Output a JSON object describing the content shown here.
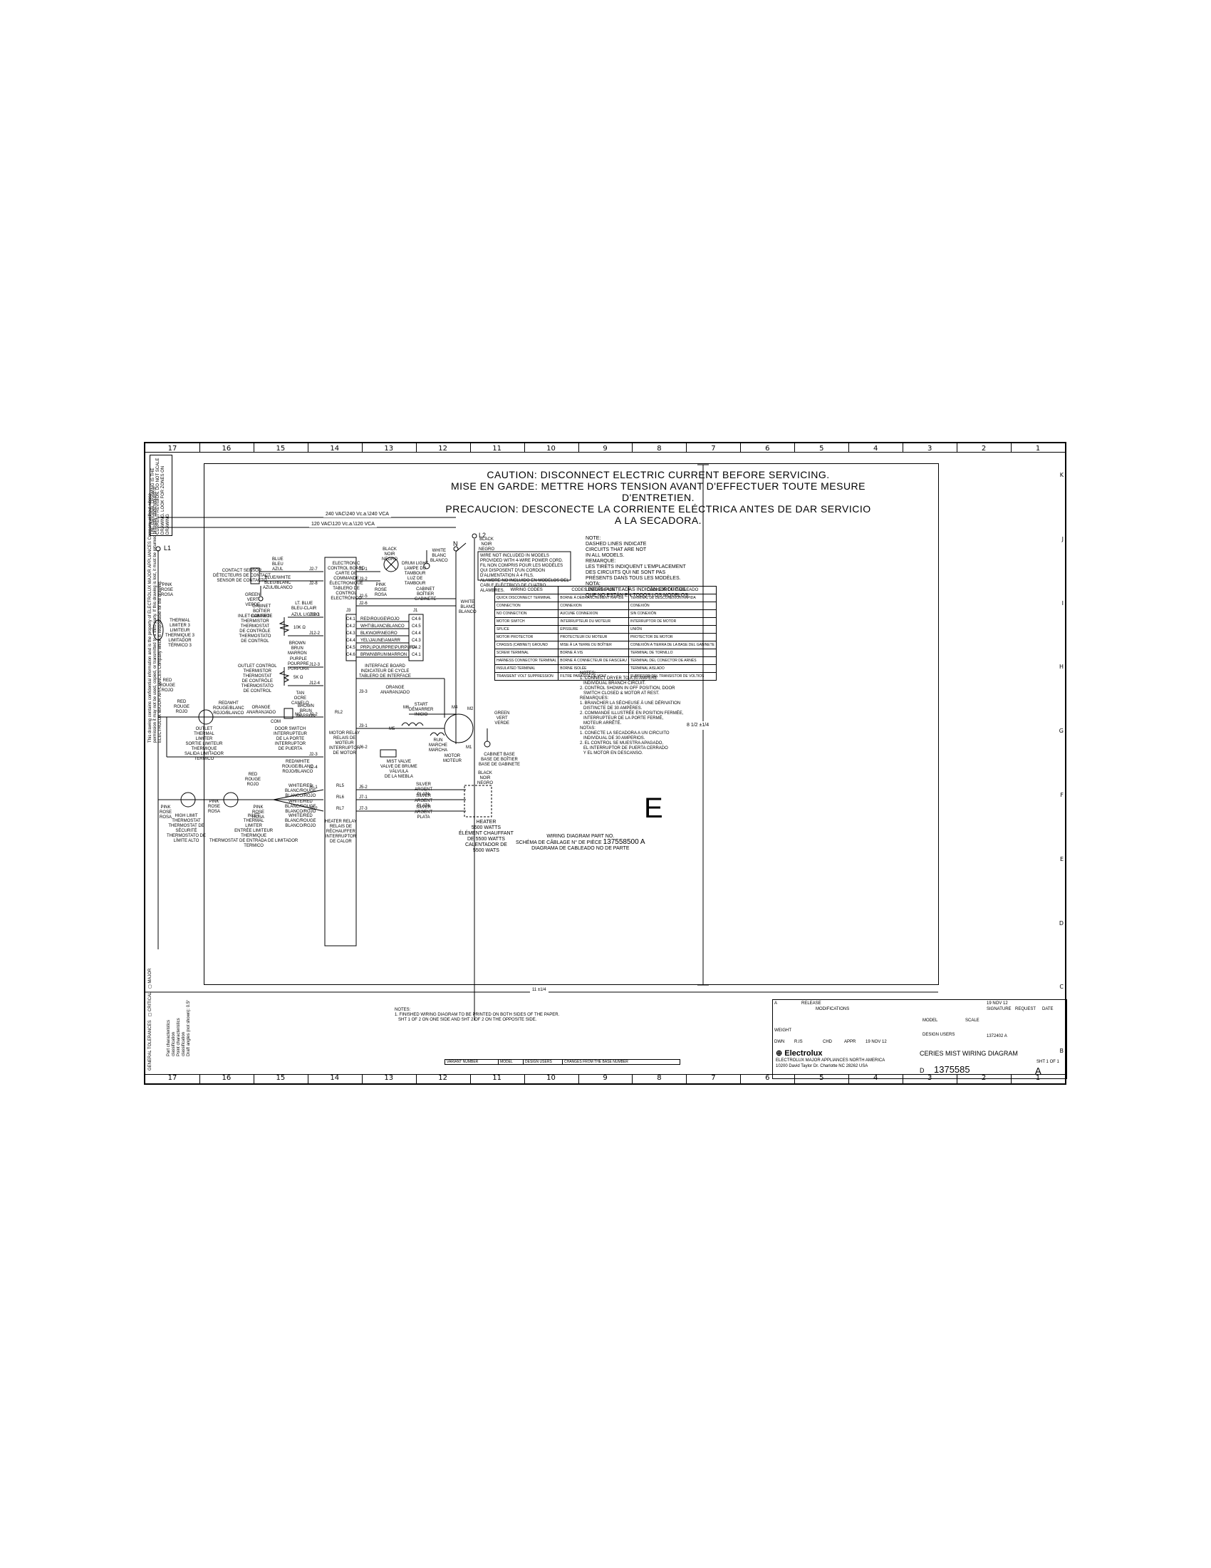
{
  "zones_top": [
    "17",
    "16",
    "15",
    "14",
    "13",
    "12",
    "11",
    "10",
    "9",
    "8",
    "7",
    "6",
    "5",
    "4",
    "3",
    "2",
    "1"
  ],
  "zones_side": [
    "K",
    "J",
    "I",
    "H",
    "G",
    "F",
    "E",
    "D",
    "C",
    "B"
  ],
  "caution": {
    "en": "CAUTION: DISCONNECT ELECTRIC CURRENT BEFORE SERVICING.",
    "fr": "MISE EN GARDE: METTRE HORS TENSION AVANT D'EFFECTUER TOUTE MESURE D'ENTRETIEN.",
    "es": "PRECAUCION: DESCONECTE LA CORRIENTE ELÉCTRICA ANTES DE DAR SERVICIO A LA SECADORA."
  },
  "voltage": {
    "v240": "240 VAC\\240 Vc.a.\\240 VCA",
    "v120": "120 VAC\\120 Vc.a.\\120 VCA"
  },
  "nodes": {
    "l1": "L1",
    "l2": "L2",
    "n": "N"
  },
  "components": {
    "contact_sensor": "CONTACT SENSOR\nDÉTECTEURS DE CONTACT\nSENSOR DE CONTACTO",
    "blue": "BLUE\nBLEU\nAZUL",
    "bluewhite": "BLUE/WHITE\nBLEU/BLANC\nAZUL/BLANCO",
    "green": "GREEN\nVERT\nVERDE",
    "cabinet": "CABINET\nBOÎTIER\nGABINETE",
    "ltblue": "LT. BLUE\nBLEU-CLAIR",
    "azul": "AZUL LIGERO",
    "inlet_control": "INLET CONTROL\nTHERMISTOR\nTHERMOSTAT\nDE CONTRÔLE\nTHERMOSTATO\nDE CONTROL",
    "res10k": "10K Ω",
    "brown": "BROWN\nBRUN\nMARRON",
    "purple": "PURPLE\nPOURPRE\nPURPURA",
    "outlet_control": "OUTLET CONTROL\nTHERMISTOR\nTHERMOSTAT\nDE CONTRÔLE\nTHERMOSTATO\nDE CONTROL",
    "res5k": "5K Ω",
    "tan": "TAN\nOCRE\nCANELO",
    "thermal_limiter": "THERMAL\nLIMITER 3\nLIMITEUR\nTHERMIQUE 3\nLIMITADOR\nTÉRMICO 3",
    "pink": "PINK\nROSE\nROSA",
    "red": "RED\nROUGE\nROJO",
    "redwht": "RED/WHT\nROUGE/BLANC\nROJO/BLANCO",
    "orange": "ORANGE\nANARANJADO",
    "brownmarron": "BROWN\nBRUN\nMARRON",
    "com": "COM",
    "no": "NO",
    "outlet_thermal": "OUTLET\nTHERMAL\nLIMITER\nSORTIE LIMITEUR\nTHERMIQUE\nSALIDA LIMITADOR\nTERMICO",
    "door_switch": "DOOR SWITCH\nINTERRUPTEUR\nDE LA PORTE\nINTERRUPTOR\nDE PUERTA",
    "motor_relay": "MOTOR RELAY\nRELAIS DE\nMOTEUR\nINTERRUPTOR\nDE MOTOR",
    "rl2": "RL2",
    "redwhite2": "RED/WHITE\nROUGE/BLANC\nROJO/BLANCO",
    "high_limit": "HIGH LIMIT\nTHERMOSTAT\nTHERMOSTAT DE\nSÉCURITÉ\nTHERMOSTATO DE\nLÍMITE ALTO",
    "inlet_thermal": "INLET\nTHERMAL\nLIMITER\nENTRÉE LIMITEUR\nTHERMIQUE\nTHERMOSTAT DE ENTRADA DE LIMITADOR\nTERMICO",
    "whitered": "WHITE/RED\nBLANC/ROUGE\nBLANCO/ROJO",
    "rl5": "RL5",
    "rl6": "RL6",
    "rl7": "RL7",
    "heater_relay": "HEATER RELAY\nRELAIS DE\nRÉCHAUFFER\nINTERRUPTOR\nDE CALOR",
    "silver": "SILVER\nARGENT\nPLATA",
    "heater": "HEATER\n5500 WATTS\nÉLÉMENT CHAUFFANT\nDE 5500 WATTS\nCALENTADOR DE\n5500 WATS",
    "ecb": "ELECTRONIC\nCONTROL BOARD\nCARTE DE\nCOMMANDE\nÉLECTRONIQUE\nTABLERO DE\nCONTROL\nELECTRÓNICO",
    "drum_light": "DRUM LIGHT\nLAMPE DU\nTAMBOUR\nLUZ DE\nTAMBOUR",
    "black": "BLACK\nNOIR\nNEGRO",
    "pink2": "PINK\nROSE\nROSA",
    "white": "WHITE\nBLANC\nBLANCO",
    "whitemotor": "WHITE\nBLANC\nBLANCO",
    "interface": "INTERFACE BOARD\nINDICATEUR DE CYCLE\nTABLERO DE INTERFACE",
    "orange2": "ORANGE\nANARANJADO",
    "start": "START\nDÉMARRER\nINICIO",
    "run": "RUN\nMARCHE\nMARCHA",
    "motor": "MOTOR\nMOTEUR",
    "mist_valve": "MIST VALVE\nVALVE DE BRUME\nVÁLVULA\nDE LA NIEBLA",
    "cabinet_base": "CABINET BASE\nBASE DE BOÎTIER\nBASE DE GABINETE",
    "green2": "GREEN\nVERT\nVERDE",
    "black2": "BLACK\nNOIR\nNEGRO",
    "m1": "M1",
    "m2": "M2",
    "m4": "M4",
    "m5": "M5",
    "m6": "M6",
    "cabinet2": "CABINET\nBOÎTIER\nGABINETE"
  },
  "connectors": {
    "j2_7": "J2-7",
    "j2_8": "J2-8",
    "j12_1": "J12-1",
    "j12_2": "J12-2",
    "j12_3": "J12-3",
    "j12_4": "J12-4",
    "j1_1": "J1-1",
    "j3_2": "J3-2",
    "j2_5": "J2-5",
    "j2_6": "J2-6",
    "j3_3": "J3-3",
    "j3_1": "J3-1",
    "j2_3": "J2-3",
    "j2_4": "J2-4",
    "j2_2": "J2-2",
    "j5_1": "J5-1",
    "j5_2": "J5-2",
    "j7_1": "J7-1",
    "j7_2": "J7-2",
    "j7_3": "J7-3",
    "j6_2": "J6-2",
    "j3": "J3",
    "j1": "J1"
  },
  "interface_rows": [
    {
      "left": "C4.1",
      "wire": "RED\\ROUGE\\ROJO",
      "right": "C4.6"
    },
    {
      "left": "C4.2",
      "wire": "WHT\\BLANC\\BLANCO",
      "right": "C4.5"
    },
    {
      "left": "C4.3",
      "wire": "BLK\\NOIR\\NEGRO",
      "right": "C4.4"
    },
    {
      "left": "C4.4",
      "wire": "YEL\\JAUNE\\AMARR",
      "right": "C4.3"
    },
    {
      "left": "C4.5",
      "wire": "PRPL\\POURPRE\\PURPURA",
      "right": "C4.2"
    },
    {
      "left": "C4.6",
      "wire": "BRWN\\BRUN\\MARRON",
      "right": "C4.1"
    }
  ],
  "wire_note": "WIRE NOT INCLUDED IN MODELS PROVIDED WITH 4-WIRE POWER CORD.\nFIL NON COMPRIS POUR LES MODÈLES QUI DISPOSENT D'UN CORDON D'ALIMENTATION À 4 FILS.\nALAMBRE NO INCLUIDO EN MODELOS DEL CABLE ELÉCTRICO DE CUATRO ALAMBRES.",
  "note_dashed": "NOTE:\nDASHED LINES INDICATE\nCIRCUITS THAT ARE NOT\nIN ALL MODELS.\nREMARQUE:\nLES TIRETS INDIQUENT L'EMPLACEMENT\nDES CIRCUITS QUI NE SONT PAS\nPRÉSENTS DANS TOUS LES MODÈLES.\nNOTA:\nLÍNEAS PUNTEADAS INDICAN CIRCUITOS\nQUE NO ESTÁN EN TODOS LOS MODELOS",
  "legend": {
    "headers": [
      "WIRING CODES",
      "CODES DE CÂBLAGE",
      "CÓDIGOS DE CABLEADO"
    ],
    "rows": [
      [
        "QUICK DISCONNECT TERMINAL",
        "BORNE À DÉBRANCHEMENT RAPIDE",
        "TERMINAL DE DESCONEXIÓN RÁPIDA"
      ],
      [
        "CONNECTION",
        "CONNEXION",
        "CONEXIÓN"
      ],
      [
        "NO CONNECTION",
        "AUCUNE CONNEXION",
        "SIN CONEXIÓN"
      ],
      [
        "MOTOR SWITCH",
        "INTERRUPTEUR DU MOTEUR",
        "INTERRUPTOR DE MOTOR"
      ],
      [
        "SPLICE",
        "ÉPISSURE",
        "UNIÓN"
      ],
      [
        "MOTOR PROTECTOR",
        "PROTECTEUR DU MOTEUR",
        "PROTECTOR DE MOTOR"
      ],
      [
        "CHASSIS (CABINET) GROUND",
        "MISE À LA TERRE DU BOÎTIER",
        "CONEXIÓN A TIERRA DE LA BASE DEL GABINETE"
      ],
      [
        "SCREW TERMINAL",
        "BORNE À VIS",
        "TERMINAL DE TORNILLO"
      ],
      [
        "HARNESS CONNECTOR TERMINAL",
        "BORNE À CONNECTEUR DE FAISCEAU",
        "TERMINAL DEL CONECTOR DE ARNÉS"
      ],
      [
        "INSULATED TERMINAL",
        "BORNE ISOLÉE",
        "TERMINAL AISLADO"
      ],
      [
        "TRANSIENT VOLT SUPPRESSION",
        "FILTRE PARASITE DE VOLT",
        "SUPRESOR DEL TRANSISTOR DE VOLTIOS"
      ]
    ]
  },
  "notes_right": "NOTES:\n1. CONNECT DRYER TO A 30 AMPERE\n   INDIVIDUAL BRANCH CIRCUIT.\n2. CONTROL SHOWN IN OFF POSITION, DOOR\n   SWITCH CLOSED & MOTOR AT REST.\nREMARQUES:\n1. BRANCHER LA SÉCHEUSE À UNE DÉRIVATION\n   DISTINCTE DE 30 AMPÈRES.\n2. COMMANDE ILLUSTRÉE EN POSITION FERMÉE,\n   INTERRUPTEUR DE LA PORTE FERMÉ,\n   MOTEUR ARRÊTÉ.\nNOTAS:\n1. CONECTE LA SECADORA A UN CIRCUITO\n   INDIVIDUAL DE 30 AMPERIOS.\n2. EL CONTROL SE MUESTRA APAGADO,\n   EL INTERRUPTOR DE PUERTA CERRADO\n   Y EL MOTOR EN DESCANSO.",
  "big_letter": "E",
  "wiring_part": {
    "line1": "WIRING DIAGRAM PART NO.",
    "line2": "SCHÉMA DE CÂBLAGE N° DE PIÈCE",
    "line3": "DIAGRAMA DE CABLEADO NO DE PARTE",
    "number": "137558500 A"
  },
  "dimension_h": "11 ±1/4",
  "dimension_v": "8 1/2 ±1/4",
  "finished_notes": "NOTES:\n1. FINISHED WIRING DIAGRAM TO BE PRINTED ON BOTH SIDES OF THE PAPER.\n   SHT 1 OF 2 ON ONE SIDE AND SHT 2 OF 2 ON THE OPPOSITE SIDE.",
  "bottom_table": [
    "VARIANT NUMBER",
    "MODEL",
    "DESIGN USERS",
    "CHANGES FROM THE BASE NUMBER"
  ],
  "title_block": {
    "mods": "MODIFICATIONS",
    "rev": "A",
    "released": "RELEASE",
    "sig": "SIGNATURE",
    "request": "REQUEST",
    "date": "DATE",
    "date_val": "19 NOV 12",
    "brand": "Electrolux",
    "company": "ELECTROLUX MAJOR APPLIANCES NORTH AMERICA",
    "address": "10200 David Taylor Dr. Charlotte NC 28262 USA",
    "title": "CERIES MIST WIRING DIAGRAM",
    "sheet": "SHT 1 OF 1",
    "number": "1375585",
    "revletter": "A",
    "size": "D",
    "part": "1372402 A",
    "scale": "SCALE",
    "model": "MODEL",
    "design_users": "DESIGN USERS",
    "weight": "WEIGHT",
    "dwn": "DWN",
    "chk": "CHD",
    "appr": "APPR",
    "init": "R.IS"
  },
  "side_tol": [
    "CRITICAL",
    "MAJOR",
    "GENERAL TOLERANCES"
  ],
  "side_text": "This drawing contains confidential information and is the property of ELECTROLUX MAJOR APPLIANCES Company without whose permission it may not be used, copied, or transmitted to a third party. If this drawing is lost, it must be returned promptly upon request to ELECTROLUX MAJOR APPLIANCES Company which is responsible for the drawing.",
  "side_box": "THE ORIGINAL DRAWING IS THE CURRENT REVISION. DO NOT SCALE DRAWING. LOOK FOR ZONES ON DRAWING",
  "part_char": "Part characteristics\nclassification\nPoint characteristics\nclassification\nDraft angles (not shown): 0.5°"
}
